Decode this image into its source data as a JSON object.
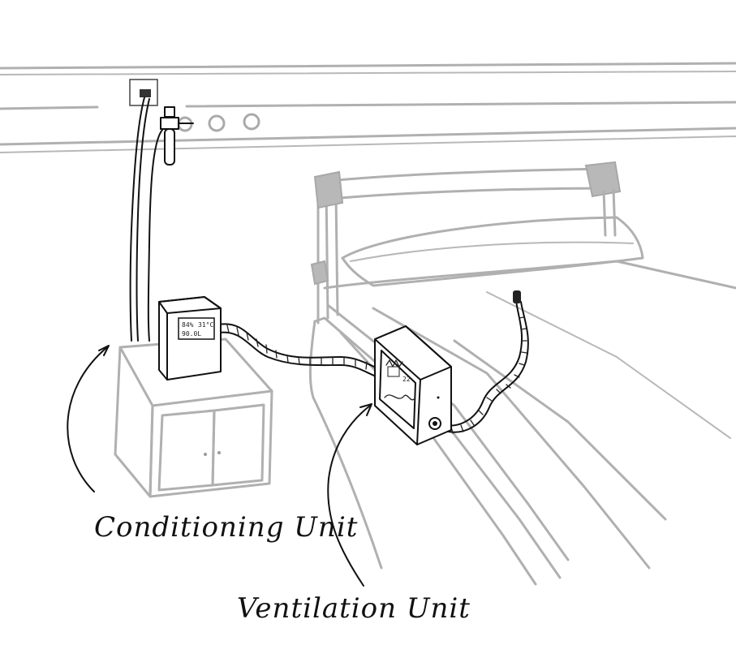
{
  "labels": {
    "conditioning_unit": "Conditioning Unit",
    "ventilation_unit": "Ventilation Unit"
  },
  "conditioning_display": {
    "line1_left": "84%",
    "line1_right": "31°C",
    "line2": "90.0L"
  },
  "ventilation_display": {
    "reading": "22"
  },
  "colors": {
    "ink": "#111111",
    "background_sketch": "#b0b0b0",
    "paper": "#ffffff"
  }
}
